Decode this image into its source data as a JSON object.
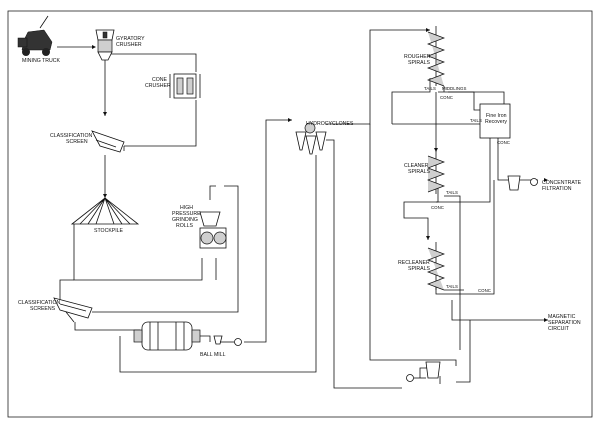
{
  "labels": {
    "mining_truck": "MINING TRUCK",
    "gyratory_crusher": [
      "GYRATORY",
      "CRUSHER"
    ],
    "cone_crusher": [
      "CONE",
      "CRUSHER"
    ],
    "classification_screen": [
      "CLASSIFICATION",
      "SCREEN"
    ],
    "stockpile": "STOCKPILE",
    "hpgr": [
      "HIGH",
      "PRESSURE",
      "GRINDING",
      "ROLLS"
    ],
    "classification_screens": [
      "CLASSIFICATION",
      "SCREENS"
    ],
    "ball_mill": "BALL MILL",
    "hydrocyclones": "HYDROCYCLONES",
    "rougher_spirals": [
      "ROUGHER",
      "SPIRALS"
    ],
    "cleaner_spirals": [
      "CLEANER",
      "SPIRALS"
    ],
    "recleaner_spirals": [
      "RECLEANER",
      "SPIRALS"
    ],
    "fine_iron_recovery": [
      "Fine Iron",
      "Recovery"
    ],
    "concentrate_filtration": [
      "CONCENTRATE",
      "FILTRATION"
    ],
    "magnetic_separation": [
      "MAGNETIC",
      "SEPARATION",
      "CIRCUIT"
    ],
    "tails": "TAILS",
    "middlings": "MIDDLINGS",
    "conc": "CONC"
  }
}
